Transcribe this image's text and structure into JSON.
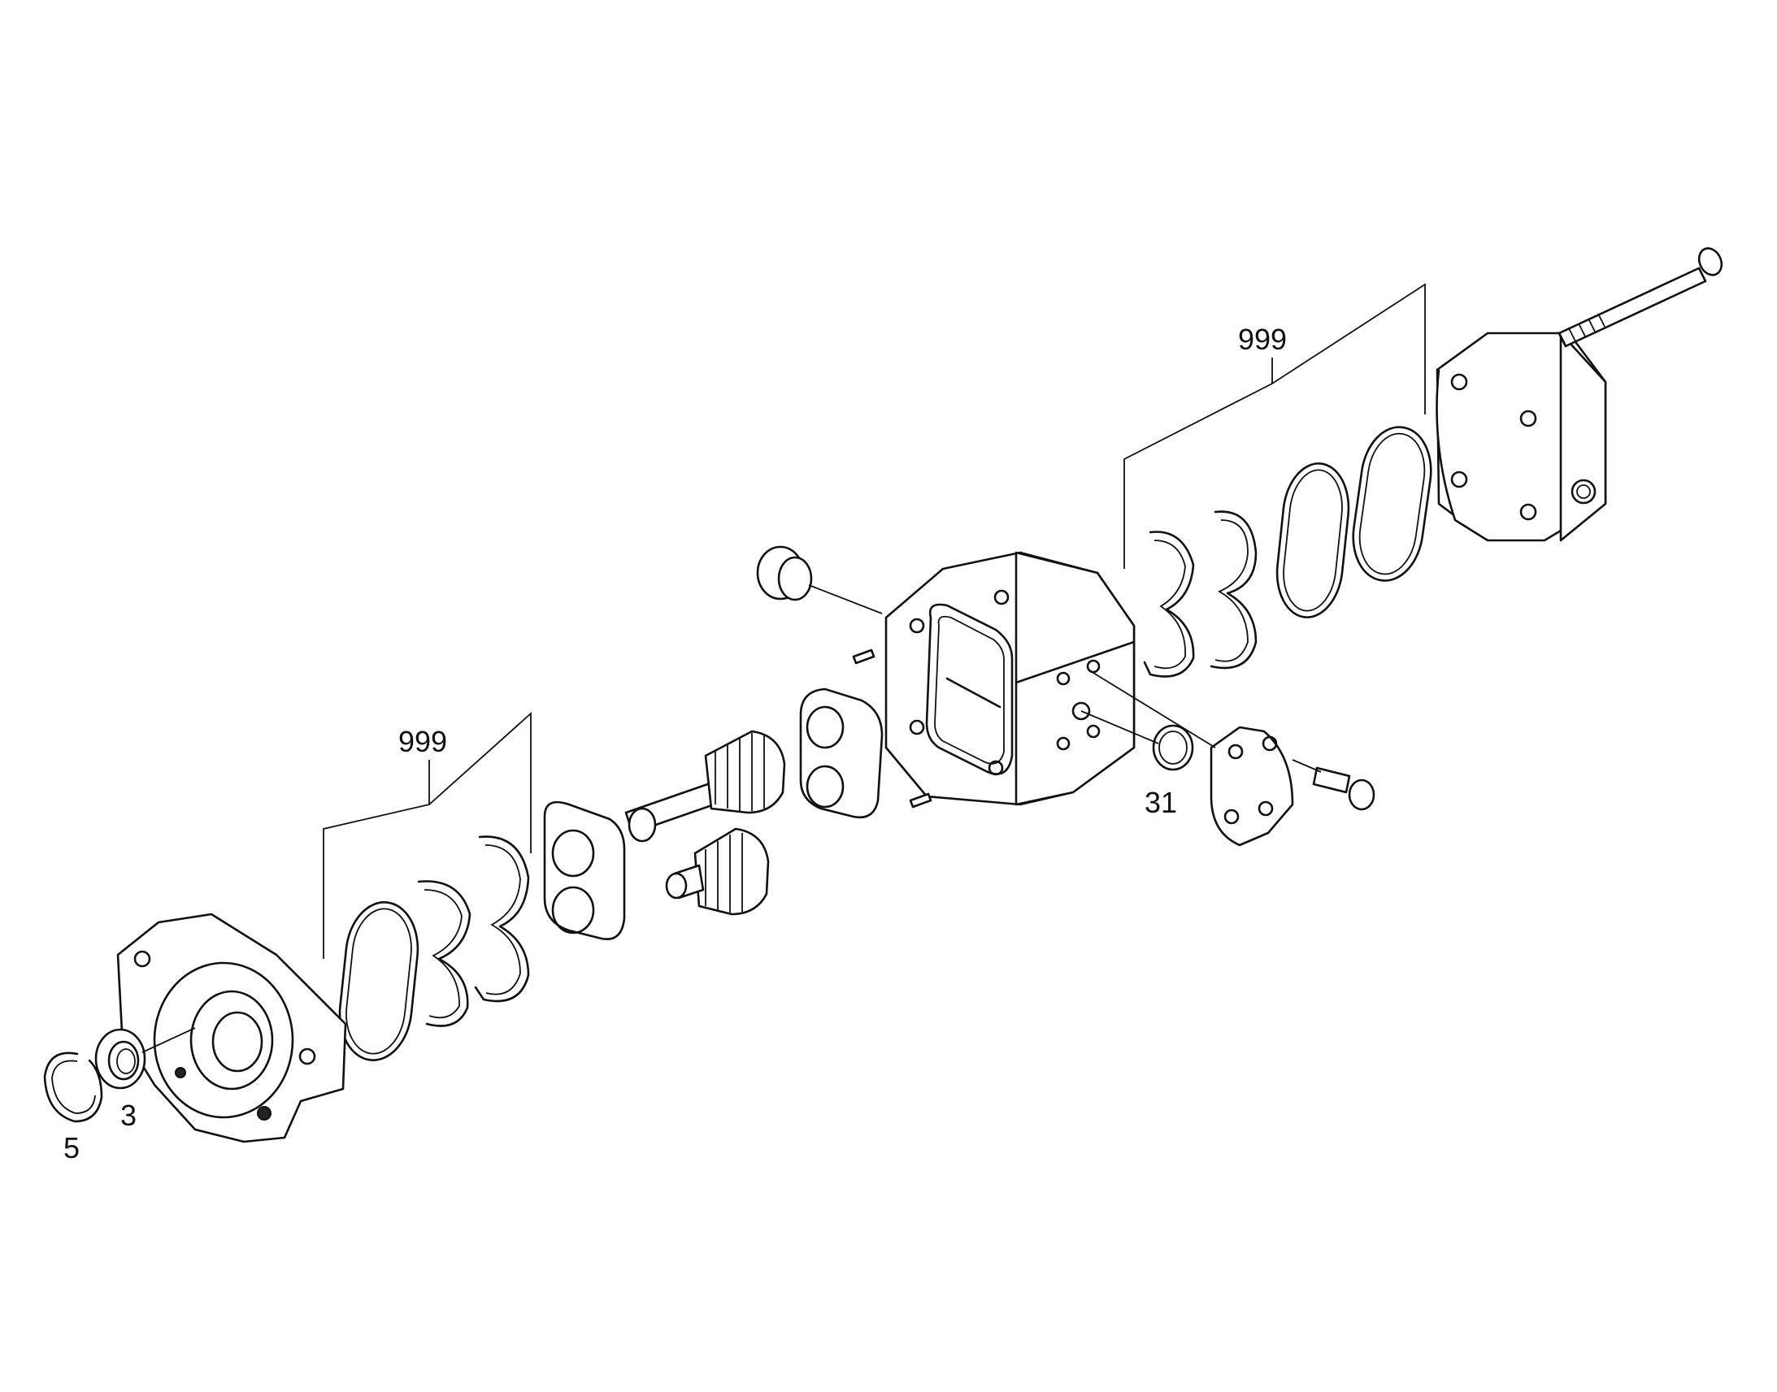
{
  "callouts": {
    "snap_ring": "5",
    "shaft_seal": "3",
    "o_ring_port": "31",
    "seal_kit_front": "999",
    "seal_kit_rear": "999"
  }
}
